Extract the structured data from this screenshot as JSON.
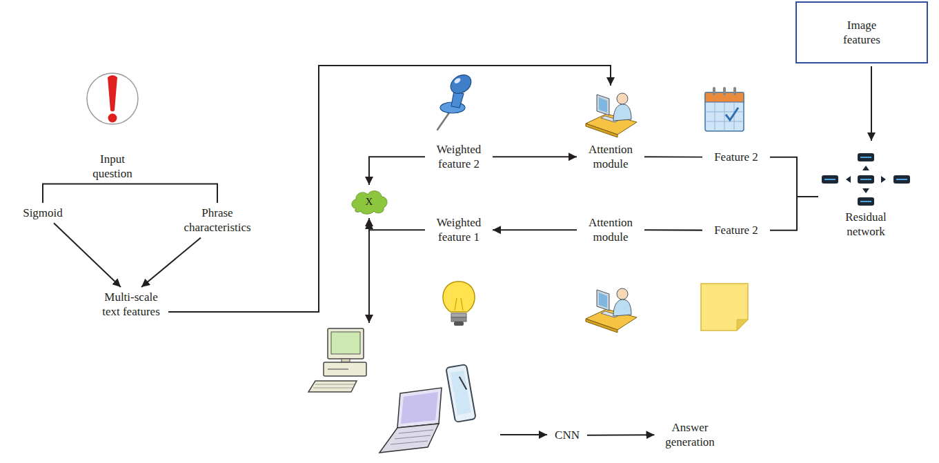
{
  "diagram": {
    "nodes": [
      {
        "text": [
          "Input question"
        ]
      },
      {
        "text": [
          "Sigmoid"
        ]
      },
      {
        "text": [
          "Phrase characteristics"
        ]
      },
      {
        "text": [
          "Multi-scale text features"
        ]
      },
      {
        "text": [
          "Weighted feature 2"
        ]
      },
      {
        "text": [
          "Attention module"
        ]
      },
      {
        "text": [
          "Feature 2"
        ]
      },
      {
        "text": [
          "Image features"
        ]
      },
      {
        "text": [
          "Residual network"
        ]
      },
      {
        "text": [
          "X"
        ]
      },
      {
        "text": [
          "Weighted feature 1"
        ]
      },
      {
        "text": [
          "Attention module"
        ]
      },
      {
        "text": [
          "Feature 2"
        ]
      },
      {
        "text": [
          "CNN"
        ]
      },
      {
        "text": [
          "Answer generation"
        ]
      }
    ],
    "edges": [
      {
        "from": 0,
        "to": 1,
        "arrow": "none"
      },
      {
        "from": 0,
        "to": 2,
        "arrow": "none"
      },
      {
        "from": 1,
        "to": 3,
        "arrow": "to"
      },
      {
        "from": 2,
        "to": 3,
        "arrow": "to"
      },
      {
        "from": 3,
        "to": 5,
        "arrow": "to"
      },
      {
        "from": 4,
        "to": 5,
        "arrow": "to"
      },
      {
        "from": 5,
        "to": 6,
        "arrow": "none"
      },
      {
        "from": 7,
        "to": 8,
        "arrow": "to"
      },
      {
        "from": 8,
        "to": 6,
        "arrow": "none"
      },
      {
        "from": 8,
        "to": 12,
        "arrow": "none"
      },
      {
        "from": 11,
        "to": 10,
        "arrow": "to"
      },
      {
        "from": 11,
        "to": 12,
        "arrow": "none"
      },
      {
        "from": 4,
        "to": 9,
        "arrow": "to"
      },
      {
        "from": 10,
        "to": 9,
        "arrow": "to"
      },
      {
        "from": 13,
        "to": 14,
        "arrow": "to"
      }
    ]
  }
}
